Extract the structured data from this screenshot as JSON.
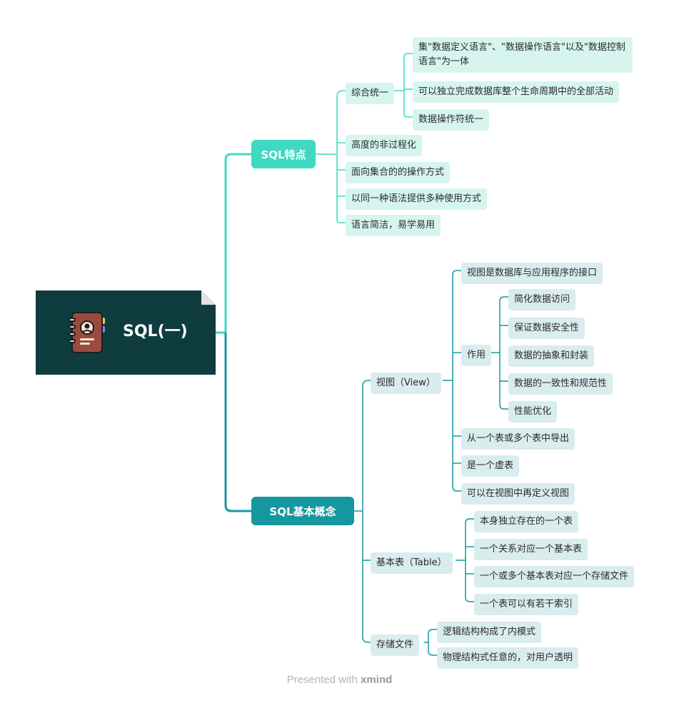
{
  "root": {
    "title": "SQL(一)",
    "icon": "address-book-icon"
  },
  "colors": {
    "branch1": "#3fd9c1",
    "branch2": "#1597a0",
    "root_bg": "#0f3c3f"
  },
  "features": {
    "title": "SQL特点",
    "unified": {
      "label": "综合统一",
      "items": [
        "集\"数据定义语言\"、\"数据操作语言\"以及\"数据控制语言\"为一体",
        "可以独立完成数据库整个生命周期中的全部活动",
        "数据操作符统一"
      ]
    },
    "items": [
      "高度的非过程化",
      "面向集合的的操作方式",
      "以同一种语法提供多种使用方式",
      "语言简洁，易学易用"
    ]
  },
  "concepts": {
    "title": "SQL基本概念",
    "view": {
      "label": "视图（View）",
      "interface": "视图是数据库与应用程序的接口",
      "role": {
        "label": "作用",
        "items": [
          "简化数据访问",
          "保证数据安全性",
          "数据的抽象和封装",
          "数据的一致性和规范性",
          "性能优化"
        ]
      },
      "others": [
        "从一个表或多个表中导出",
        "是一个虚表",
        "可以在视图中再定义视图"
      ]
    },
    "table": {
      "label": "基本表（Table）",
      "items": [
        "本身独立存在的一个表",
        "一个关系对应一个基本表",
        "一个或多个基本表对应一个存储文件",
        "一个表可以有若干索引"
      ]
    },
    "storage": {
      "label": "存储文件",
      "items": [
        "逻辑结构构成了内模式",
        "物理结构式任意的，对用户透明"
      ]
    }
  },
  "footer": {
    "prefix": "Presented with ",
    "brand": "xmind"
  }
}
